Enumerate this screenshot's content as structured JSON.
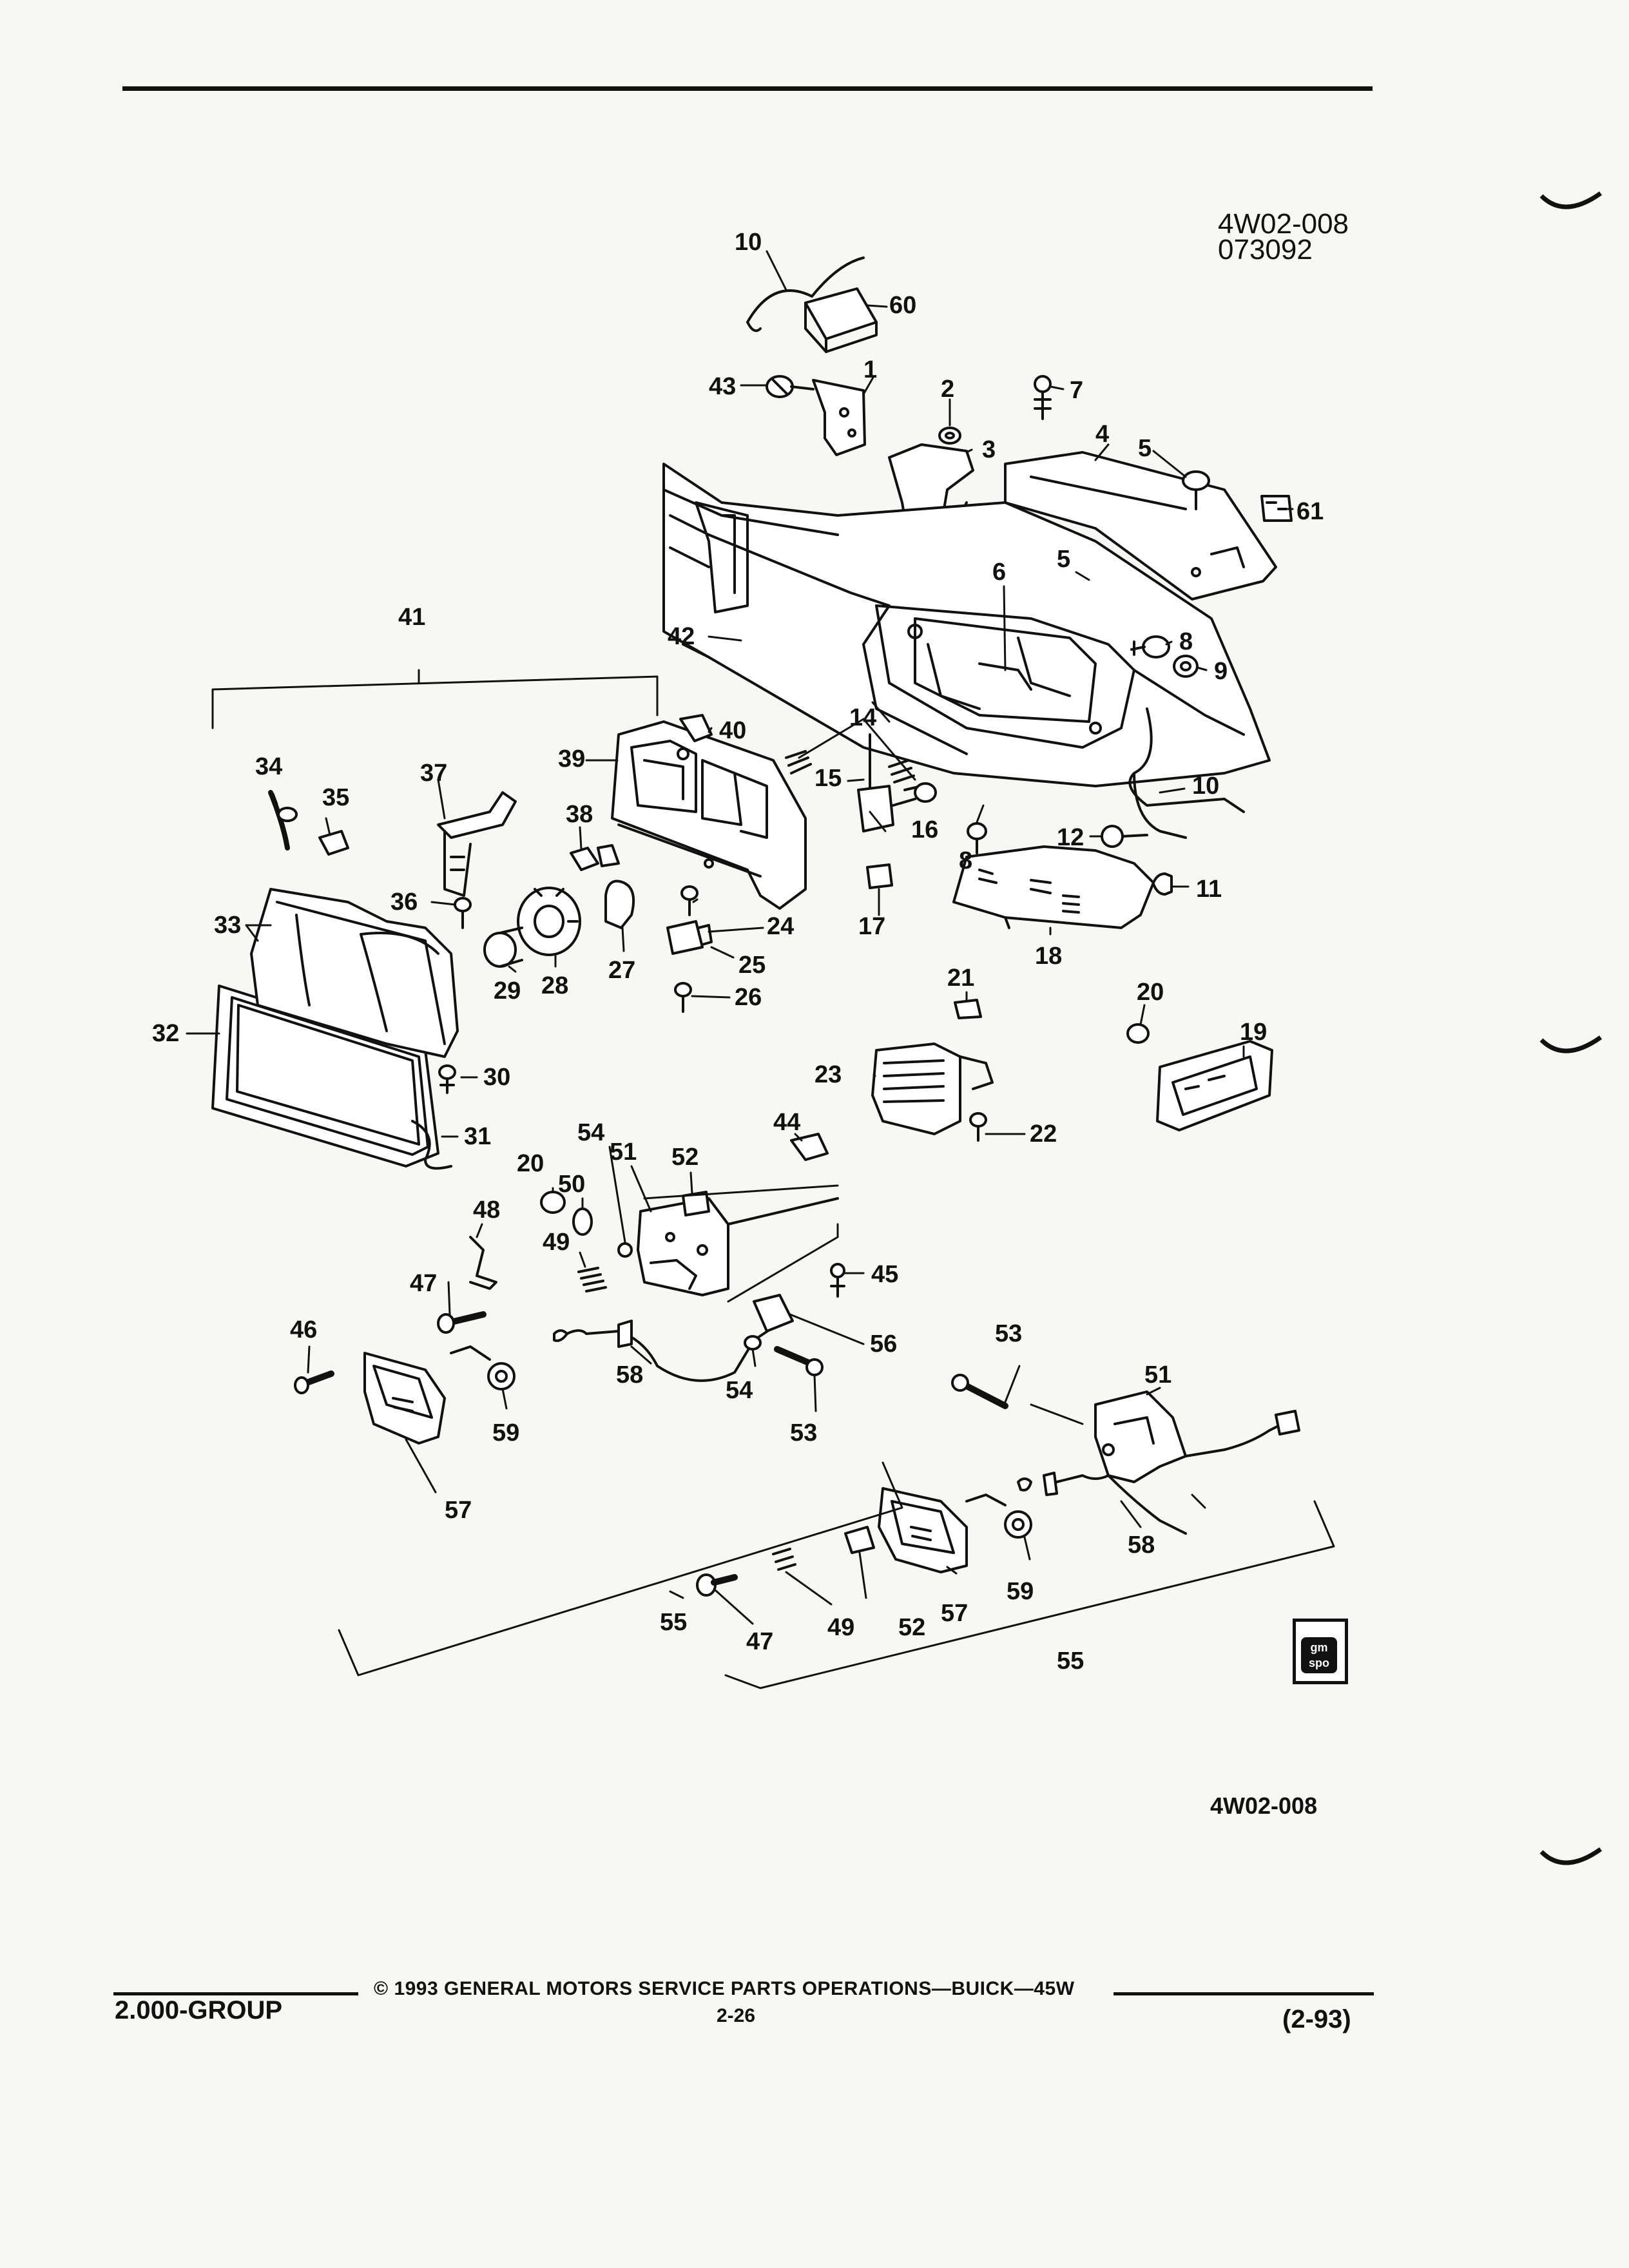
{
  "header": {
    "drawing_id": "4W02-008",
    "drawing_date": "073092"
  },
  "drawing_id_bottom": "4W02-008",
  "logo": {
    "text": "gm spo"
  },
  "footer": {
    "group": "2.000-GROUP",
    "copyright": "© 1993 GENERAL MOTORS SERVICE PARTS OPERATIONS—BUICK—45W",
    "page": "2-26",
    "revision": "(2-93)"
  },
  "callouts": {
    "c1": "1",
    "c2": "2",
    "c3": "3",
    "c4": "4",
    "c5a": "5",
    "c5b": "5",
    "c6": "6",
    "c7": "7",
    "c8a": "8",
    "c8b": "8",
    "c9": "9",
    "c10a": "10",
    "c10b": "10",
    "c11": "11",
    "c12": "12",
    "c14": "14",
    "c15": "15",
    "c16": "16",
    "c17": "17",
    "c18": "18",
    "c19": "19",
    "c20a": "20",
    "c20b": "20",
    "c21": "21",
    "c22": "22",
    "c23": "23",
    "c24": "24",
    "c25": "25",
    "c26": "26",
    "c27": "27",
    "c28": "28",
    "c29": "29",
    "c30": "30",
    "c31": "31",
    "c32": "32",
    "c33": "33",
    "c34": "34",
    "c35": "35",
    "c36": "36",
    "c37": "37",
    "c38": "38",
    "c39": "39",
    "c40": "40",
    "c41": "41",
    "c42": "42",
    "c43": "43",
    "c44": "44",
    "c45": "45",
    "c46": "46",
    "c47a": "47",
    "c47b": "47",
    "c48": "48",
    "c49a": "49",
    "c49b": "49",
    "c50": "50",
    "c51a": "51",
    "c51b": "51",
    "c52a": "52",
    "c52b": "52",
    "c53a": "53",
    "c53b": "53",
    "c54a": "54",
    "c54b": "54",
    "c55a": "55",
    "c55b": "55",
    "c56": "56",
    "c57a": "57",
    "c57b": "57",
    "c58a": "58",
    "c58b": "58",
    "c59a": "59",
    "c59b": "59",
    "c60": "60",
    "c61": "61"
  }
}
